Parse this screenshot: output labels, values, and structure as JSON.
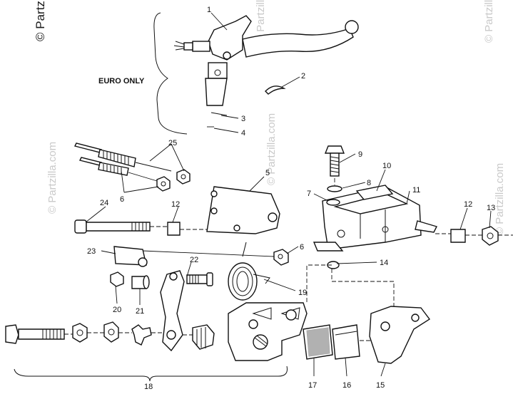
{
  "watermark": {
    "main": "© Partzilla.com",
    "ghost": "© Partzilla.com"
  },
  "section_label": "EURO ONLY",
  "callouts": [
    {
      "id": "1",
      "text": "1"
    },
    {
      "id": "2",
      "text": "2"
    },
    {
      "id": "3",
      "text": "3"
    },
    {
      "id": "4",
      "text": "4"
    },
    {
      "id": "5",
      "text": "5"
    },
    {
      "id": "6a",
      "text": "6"
    },
    {
      "id": "6b",
      "text": "6"
    },
    {
      "id": "7",
      "text": "7"
    },
    {
      "id": "8",
      "text": "8"
    },
    {
      "id": "9",
      "text": "9"
    },
    {
      "id": "10",
      "text": "10"
    },
    {
      "id": "11",
      "text": "11"
    },
    {
      "id": "12a",
      "text": "12"
    },
    {
      "id": "12b",
      "text": "12"
    },
    {
      "id": "13",
      "text": "13"
    },
    {
      "id": "14",
      "text": "14"
    },
    {
      "id": "15",
      "text": "15"
    },
    {
      "id": "16",
      "text": "16"
    },
    {
      "id": "17",
      "text": "17"
    },
    {
      "id": "18",
      "text": "18"
    },
    {
      "id": "19",
      "text": "19"
    },
    {
      "id": "20",
      "text": "20"
    },
    {
      "id": "21",
      "text": "21"
    },
    {
      "id": "22",
      "text": "22"
    },
    {
      "id": "23",
      "text": "23"
    },
    {
      "id": "24",
      "text": "24"
    },
    {
      "id": "25",
      "text": "25"
    }
  ]
}
